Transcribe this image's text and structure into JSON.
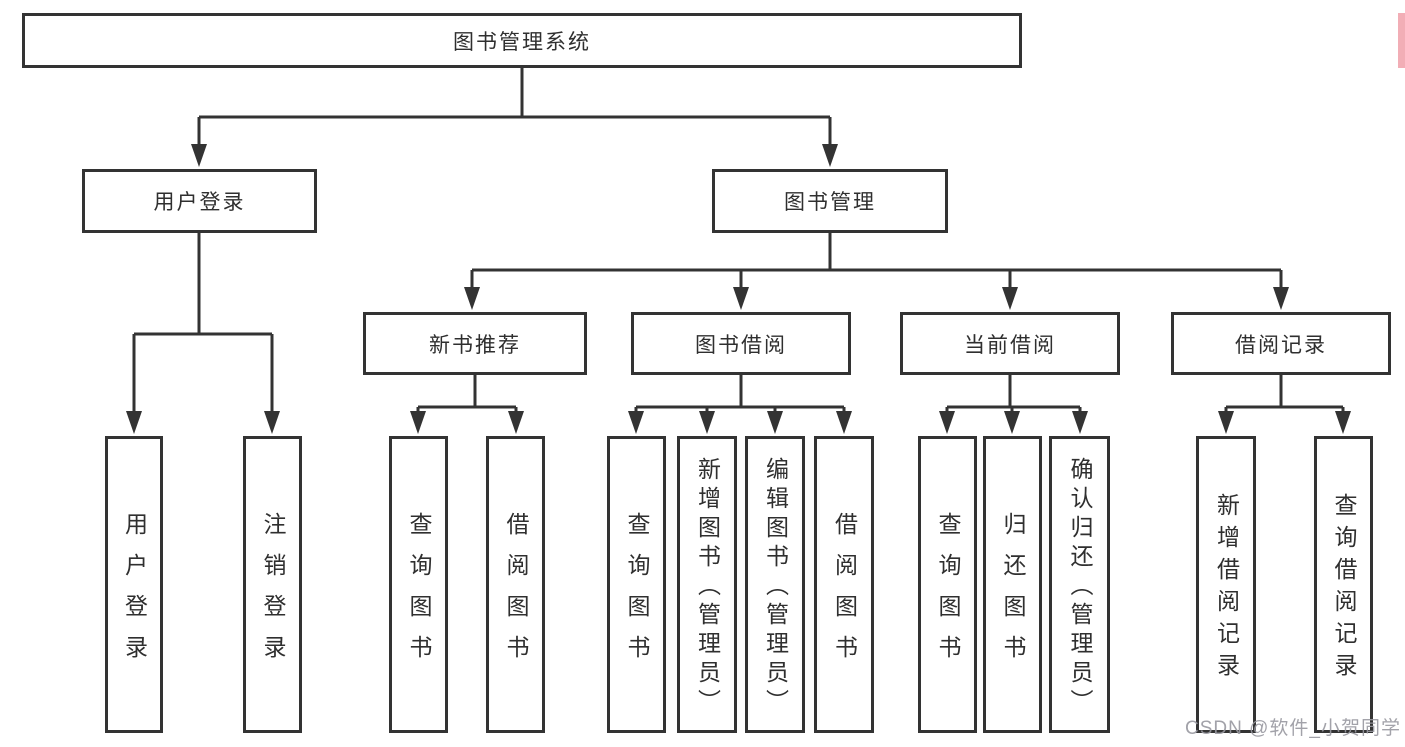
{
  "tree": {
    "label": "图书管理系统",
    "children": [
      {
        "label": "用户登录",
        "children": [
          {
            "label": "用户登录"
          },
          {
            "label": "注销登录"
          }
        ]
      },
      {
        "label": "图书管理",
        "children": [
          {
            "label": "新书推荐",
            "children": [
              {
                "label": "查询图书"
              },
              {
                "label": "借阅图书"
              }
            ]
          },
          {
            "label": "图书借阅",
            "children": [
              {
                "label": "查询图书"
              },
              {
                "label": "新增图书（管理员）"
              },
              {
                "label": "编辑图书（管理员）"
              },
              {
                "label": "借阅图书"
              }
            ]
          },
          {
            "label": "当前借阅",
            "children": [
              {
                "label": "查询图书"
              },
              {
                "label": "归还图书"
              },
              {
                "label": "确认归还（管理员）"
              }
            ]
          },
          {
            "label": "借阅记录",
            "children": [
              {
                "label": "新增借阅记录"
              },
              {
                "label": "查询借阅记录"
              }
            ]
          }
        ]
      }
    ]
  },
  "watermark": {
    "text": "CSDN @软件_小贺同学"
  },
  "colors": {
    "line": "#333333",
    "text": "#2f2f2f",
    "background": "#ffffff",
    "watermark_text": "#9898a0",
    "edge_artifact_pink": "#f2aeb6"
  }
}
